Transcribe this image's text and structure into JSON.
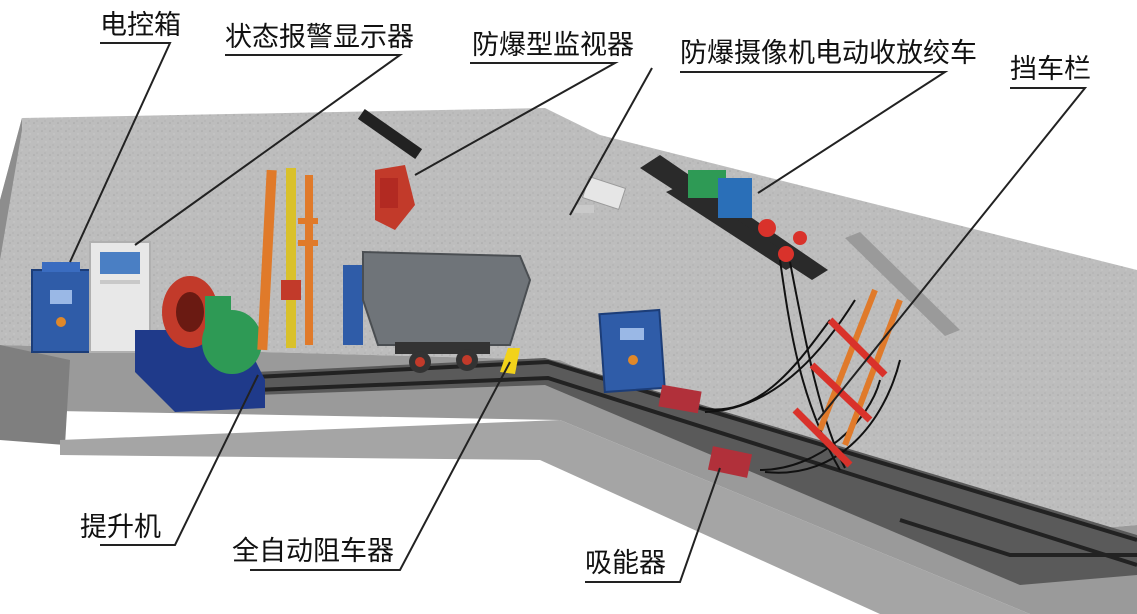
{
  "labels": {
    "control_box": "电控箱",
    "status_display": "状态报警显示器",
    "monitor": "防爆型监视器",
    "camera_winch": "防爆摄像机电动收放绞车",
    "car_barrier": "挡车栏",
    "hoist": "提升机",
    "auto_stopper": "全自动阻车器",
    "absorber": "吸能器"
  },
  "colors": {
    "ground_top": "#b9b9b9",
    "ground_side": "#8d8d8d",
    "rail": "#3a3a3a",
    "control_box": "#2f5ca8",
    "hoist_base": "#1f3a8a",
    "motor": "#2e9a55",
    "drum": "#c23a2a",
    "pole": "#e07a2a",
    "mine_car": "#6f7479",
    "stopper": "#f2d21a",
    "absorber": "#b1303a",
    "barrier_red": "#d9322b",
    "camera": "#2a6fb8",
    "leader_line": "#222222"
  }
}
